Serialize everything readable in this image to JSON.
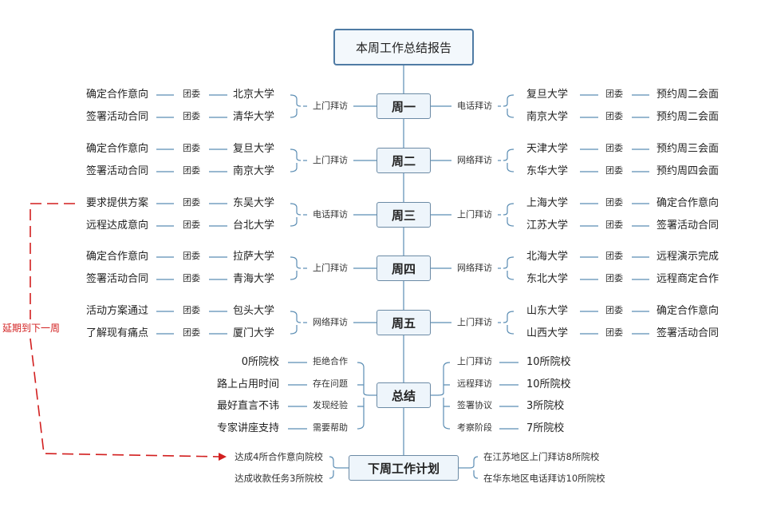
{
  "root": "本周工作总结报告",
  "days": [
    {
      "label": "周一",
      "left_method": "上门拜访",
      "left_rows": [
        {
          "school": "北京大学",
          "org": "团委",
          "result": "确定合作意向"
        },
        {
          "school": "清华大学",
          "org": "团委",
          "result": "签署活动合同"
        }
      ],
      "right_method": "电话拜访",
      "right_rows": [
        {
          "school": "复旦大学",
          "org": "团委",
          "result": "预约周二会面"
        },
        {
          "school": "南京大学",
          "org": "团委",
          "result": "预约周二会面"
        }
      ]
    },
    {
      "label": "周二",
      "left_method": "上门拜访",
      "left_rows": [
        {
          "school": "复旦大学",
          "org": "团委",
          "result": "确定合作意向"
        },
        {
          "school": "南京大学",
          "org": "团委",
          "result": "签署活动合同"
        }
      ],
      "right_method": "网络拜访",
      "right_rows": [
        {
          "school": "天津大学",
          "org": "团委",
          "result": "预约周三会面"
        },
        {
          "school": "东华大学",
          "org": "团委",
          "result": "预约周四会面"
        }
      ]
    },
    {
      "label": "周三",
      "left_method": "电话拜访",
      "left_rows": [
        {
          "school": "东吴大学",
          "org": "团委",
          "result": "要求提供方案"
        },
        {
          "school": "台北大学",
          "org": "团委",
          "result": "远程达成意向"
        }
      ],
      "right_method": "上门拜访",
      "right_rows": [
        {
          "school": "上海大学",
          "org": "团委",
          "result": "确定合作意向"
        },
        {
          "school": "江苏大学",
          "org": "团委",
          "result": "签署活动合同"
        }
      ]
    },
    {
      "label": "周四",
      "left_method": "上门拜访",
      "left_rows": [
        {
          "school": "拉萨大学",
          "org": "团委",
          "result": "确定合作意向"
        },
        {
          "school": "青海大学",
          "org": "团委",
          "result": "签署活动合同"
        }
      ],
      "right_method": "网络拜访",
      "right_rows": [
        {
          "school": "北海大学",
          "org": "团委",
          "result": "远程演示完成"
        },
        {
          "school": "东北大学",
          "org": "团委",
          "result": "远程商定合作"
        }
      ]
    },
    {
      "label": "周五",
      "left_method": "网络拜访",
      "left_rows": [
        {
          "school": "包头大学",
          "org": "团委",
          "result": "活动方案通过"
        },
        {
          "school": "厦门大学",
          "org": "团委",
          "result": "了解现有痛点"
        }
      ],
      "right_method": "上门拜访",
      "right_rows": [
        {
          "school": "山东大学",
          "org": "团委",
          "result": "确定合作意向"
        },
        {
          "school": "山西大学",
          "org": "团委",
          "result": "签署活动合同"
        }
      ]
    }
  ],
  "summary": {
    "label": "总结",
    "left": [
      {
        "tag": "拒绝合作",
        "text": "0所院校"
      },
      {
        "tag": "存在问题",
        "text": "路上占用时间"
      },
      {
        "tag": "发现经验",
        "text": "最好直言不讳"
      },
      {
        "tag": "需要帮助",
        "text": "专家讲座支持"
      }
    ],
    "right": [
      {
        "tag": "上门拜访",
        "text": "10所院校"
      },
      {
        "tag": "远程拜访",
        "text": "10所院校"
      },
      {
        "tag": "签署协议",
        "text": "3所院校"
      },
      {
        "tag": "考察阶段",
        "text": "7所院校"
      }
    ]
  },
  "next_plan": {
    "label": "下周工作计划",
    "left": [
      "达成4所合作意向院校",
      "达成收款任务3所院校"
    ],
    "right": [
      "在江苏地区上门拜访8所院校",
      "在华东地区电话拜访10所院校"
    ]
  },
  "postpone_label": "延期到下一周",
  "colors": {
    "line": "#5b8db3",
    "node_border": "#6b8aa5",
    "node_fill": "#eef5fb",
    "postpone_red": "#d21f1f"
  }
}
